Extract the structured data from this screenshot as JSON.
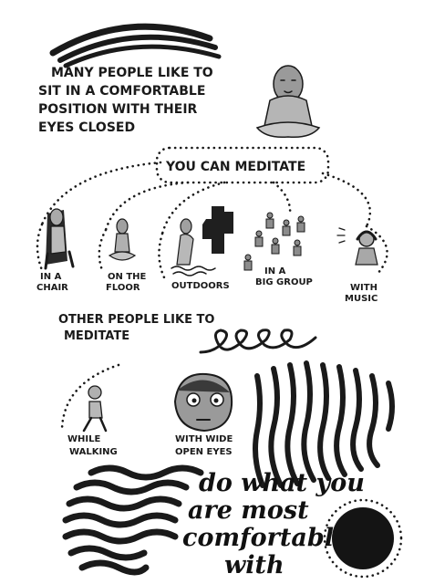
{
  "intro": {
    "line1": "MANY PEOPLE LIKE TO",
    "line2": "SIT IN A COMFORTABLE",
    "line3": "POSITION WITH THEIR",
    "line4": "EYES CLOSED"
  },
  "center_label": "YOU CAN MEDITATE",
  "options": [
    {
      "line1": "IN A",
      "line2": "CHAIR"
    },
    {
      "line1": "ON THE",
      "line2": "FLOOR"
    },
    {
      "line1": "OUTDOORS",
      "line2": ""
    },
    {
      "line1": "IN A",
      "line2": "BIG GROUP"
    },
    {
      "line1": "WITH",
      "line2": "MUSIC"
    }
  ],
  "other": {
    "line1": "OTHER PEOPLE LIKE TO",
    "line2": "MEDITATE"
  },
  "walking": {
    "line1": "WHILE",
    "line2": "WALKING"
  },
  "open_eyes": {
    "line1": "WITH WIDE",
    "line2": "OPEN EYES"
  },
  "closing": {
    "line1": "do what you",
    "line2": "are most",
    "line3": "comfortable",
    "line4": "with"
  },
  "colors": {
    "ink": "#1a1a1a",
    "wash": "#8a8a8a",
    "paper": "#ffffff"
  }
}
